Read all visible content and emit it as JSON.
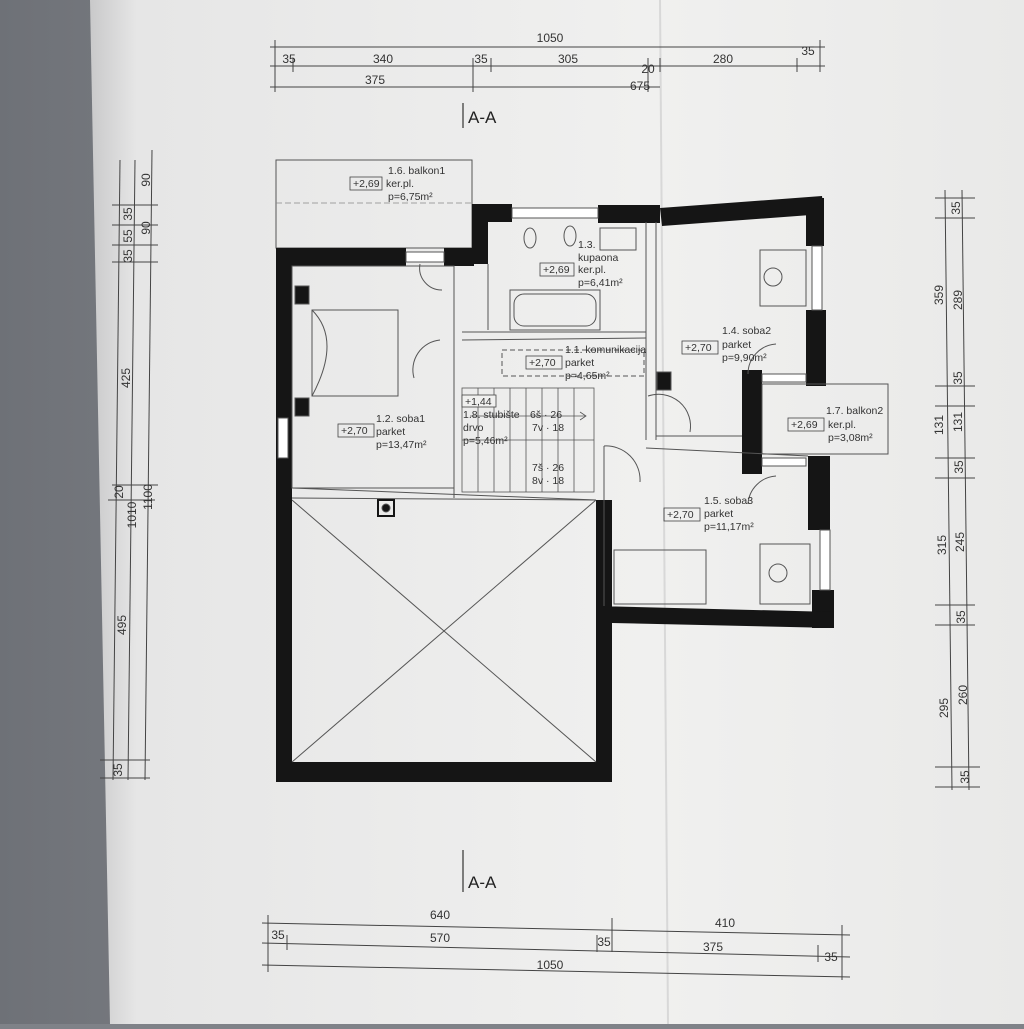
{
  "top_dims": {
    "row1": [
      "1050"
    ],
    "row2": [
      "35",
      "340",
      "35",
      "305",
      "20",
      "280",
      "35"
    ],
    "row3": [
      "375",
      "675"
    ]
  },
  "bottom_dims": {
    "row1": [
      "640",
      "410"
    ],
    "row2": [
      "35",
      "570",
      "35",
      "375",
      "35"
    ],
    "row3": [
      "1050"
    ]
  },
  "left_dims": {
    "outer": [
      "1100"
    ],
    "middle": [
      "1010",
      "20"
    ],
    "inner": [
      "90",
      "35",
      "55",
      "35",
      "90",
      "425",
      "495",
      "35"
    ]
  },
  "right_dims": {
    "outer": [
      "359",
      "131",
      "315",
      "295"
    ],
    "inner": [
      "35",
      "289",
      "35",
      "131",
      "35",
      "245",
      "35",
      "260",
      "35"
    ]
  },
  "section_marks": {
    "top": "A-A",
    "bottom": "A-A"
  },
  "rooms": [
    {
      "name": "1.6. balkon1",
      "level": "+2,69",
      "floor": "ker.pl.",
      "area": "p=6,75m²"
    },
    {
      "name": "1.3.",
      "name2": "kupaona",
      "level": "+2,69",
      "floor": "ker.pl.",
      "area": "p=6,41m²"
    },
    {
      "name": "1.4. soba2",
      "level": "+2,70",
      "floor": "parket",
      "area": "p=9,90m²"
    },
    {
      "name": "1.1. komunikacija",
      "level": "+2,70",
      "floor": "parket",
      "area": "p=4,65m²"
    },
    {
      "name": "1.2. soba1",
      "level": "+2,70",
      "floor": "parket",
      "area": "p=13,47m²"
    },
    {
      "name": "1.8. stubište",
      "level": "+1,44",
      "floor": "drvo",
      "area": "p=5,46m²"
    },
    {
      "name": "1.7. balkon2",
      "level": "+2,69",
      "floor": "ker.pl.",
      "area": "p=3,08m²"
    },
    {
      "name": "1.5. soba3",
      "level": "+2,70",
      "floor": "parket",
      "area": "p=11,17m²"
    }
  ],
  "stair_notes": [
    "6š · 26",
    "7v · 18",
    "7š · 26",
    "8v · 18"
  ]
}
